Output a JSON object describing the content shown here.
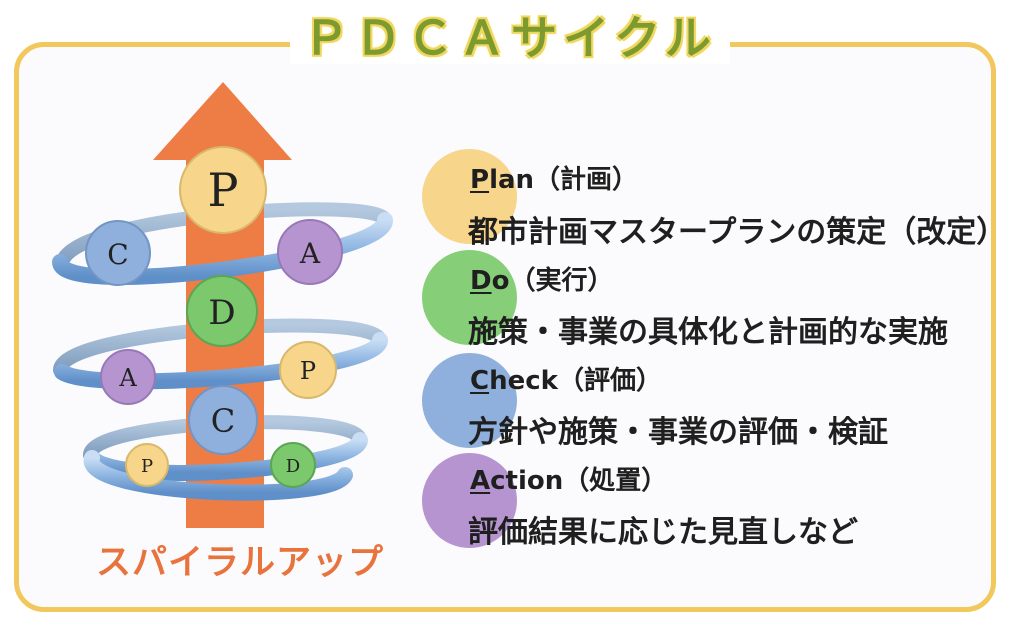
{
  "title": "ＰＤＣＡサイクル",
  "caption": "スパイラルアップ",
  "colors": {
    "frame": "#f2c75c",
    "title": "#7d9a2e",
    "arrow": "#ee7d45",
    "spiral": "#8cb4e0",
    "plan": "#f7d58a",
    "do": "#7cc86d",
    "check": "#8fb0dc",
    "action": "#b694d0",
    "caption": "#e8733d"
  },
  "spiral_nodes": [
    {
      "label": "P"
    },
    {
      "label": "C"
    },
    {
      "label": "A"
    },
    {
      "label": "D"
    },
    {
      "label": "A"
    },
    {
      "label": "P"
    },
    {
      "label": "C"
    },
    {
      "label": "P"
    },
    {
      "label": "D"
    }
  ],
  "steps": [
    {
      "initial": "P",
      "rest": "lan（計画）",
      "desc": "都市計画マスタープランの策定（改定）"
    },
    {
      "initial": "D",
      "rest": "o（実行）",
      "desc": "施策・事業の具体化と計画的な実施"
    },
    {
      "initial": "C",
      "rest": "heck（評価）",
      "desc": "方針や施策・事業の評価・検証"
    },
    {
      "initial": "A",
      "rest": "ction（処置）",
      "desc": "評価結果に応じた見直しなど"
    }
  ]
}
